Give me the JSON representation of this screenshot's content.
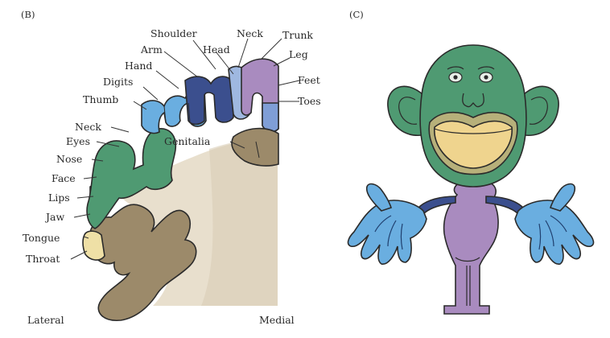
{
  "panels": {
    "left_label": "(B)",
    "right_label": "(C)"
  },
  "cortex": {
    "labels": {
      "shoulder": "Shoulder",
      "neck_top": "Neck",
      "trunk": "Trunk",
      "arm": "Arm",
      "head": "Head",
      "leg": "Leg",
      "hand": "Hand",
      "feet": "Feet",
      "digits": "Digits",
      "toes": "Toes",
      "thumb": "Thumb",
      "neck_left": "Neck",
      "genitalia": "Genitalia",
      "eyes": "Eyes",
      "nose": "Nose",
      "face": "Face",
      "lips": "Lips",
      "jaw": "Jaw",
      "tongue": "Tongue",
      "throat": "Throat"
    },
    "footer": {
      "lateral": "Lateral",
      "medial": "Medial"
    },
    "colors": {
      "green": "#4f9a72",
      "blue": "#6aaee0",
      "navy": "#3b4f8e",
      "lightblue": "#9fb8e0",
      "purple": "#a98bbf",
      "tan": "#9c8a6a",
      "pale": "#efe0a6",
      "inner": "#e6ddc9"
    }
  },
  "homunculus": {
    "colors": {
      "head": "#4f9a72",
      "lips": "#efd48e",
      "lip_outline": "#b7b07a",
      "hands": "#6aaee0",
      "arms": "#3b4f8e",
      "body": "#a98bbf"
    }
  }
}
